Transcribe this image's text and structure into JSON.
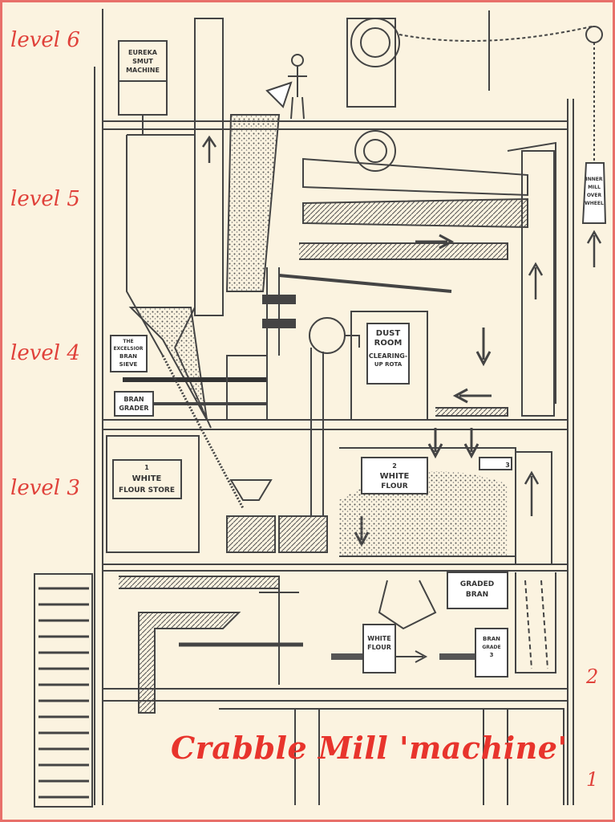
{
  "title": "Crabble Mill 'machine'",
  "levels": [
    "level 6",
    "level 5",
    "level 4",
    "level 3"
  ],
  "floor_numbers": {
    "upper": "2",
    "lower": "1"
  },
  "machine_labels": {
    "smut_machine": [
      "EUREKA",
      "SMUT",
      "MACHINE"
    ],
    "bran_sieve": [
      "THE",
      "EXCELSIOR",
      "BRAN",
      "SIEVE"
    ],
    "bran_grader": [
      "BRAN",
      "GRADER"
    ],
    "white_flour_store": [
      "1",
      "WHITE",
      "FLOUR STORE"
    ],
    "dust_room": [
      "DUST",
      "ROOM",
      "CLEARING-",
      "UP ROTA"
    ],
    "store_2": [
      "2",
      "WHITE",
      "FLOUR"
    ],
    "store_3": [
      "3"
    ],
    "graded_bran": [
      "GRADED",
      "BRAN"
    ],
    "white_flour_sack": [
      "WHITE",
      "FLOUR"
    ],
    "bran_sack": [
      "BRAN",
      "GRADE",
      "3"
    ],
    "inner_mill_wheel": [
      "INNER",
      "MILL",
      "OVER",
      "WHEEL"
    ]
  },
  "colors": {
    "label_red": "#e0413a",
    "frame": "#e8706a",
    "ink": "#333333",
    "paper": "#fbf3e0"
  }
}
